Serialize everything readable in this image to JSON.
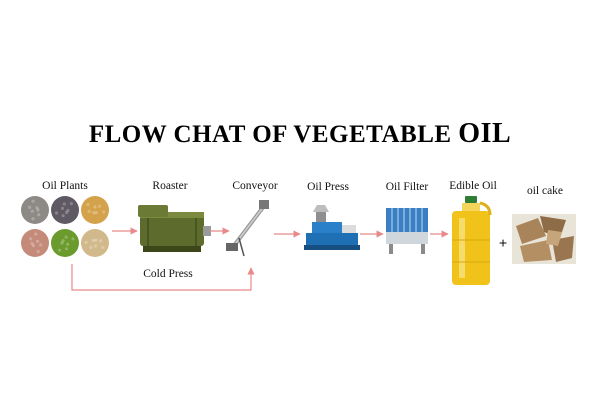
{
  "title": {
    "main": "FLOW CHAT OF VEGETABLE ",
    "end": "OIL"
  },
  "stages": [
    {
      "id": "oil-plants",
      "label": "Oil Plants"
    },
    {
      "id": "roaster",
      "label": "Roaster"
    },
    {
      "id": "conveyor",
      "label": "Conveyor"
    },
    {
      "id": "oil-press",
      "label": "Oil Press"
    },
    {
      "id": "oil-filter",
      "label": "Oil Filter"
    },
    {
      "id": "edible-oil",
      "label": "Edible Oil"
    },
    {
      "id": "oil-cake",
      "label": "oil cake"
    }
  ],
  "plus_sign": "+",
  "bypass_label": "Cold Press",
  "colors": {
    "arrow": "#e88a8a",
    "machine_green": "#5d6b2c",
    "press_blue": "#1f6fb5",
    "oil_yellow": "#f1c21a",
    "cap_green": "#2e7d32"
  },
  "seed_samples": [
    {
      "name": "sesame-black",
      "color": "#8d8a86"
    },
    {
      "name": "sesame-dark",
      "color": "#5f5964"
    },
    {
      "name": "soybean",
      "color": "#d4a24a"
    },
    {
      "name": "peanut",
      "color": "#c48b7a"
    },
    {
      "name": "olive",
      "color": "#6a9b2c"
    },
    {
      "name": "walnut",
      "color": "#d2b98c"
    }
  ]
}
